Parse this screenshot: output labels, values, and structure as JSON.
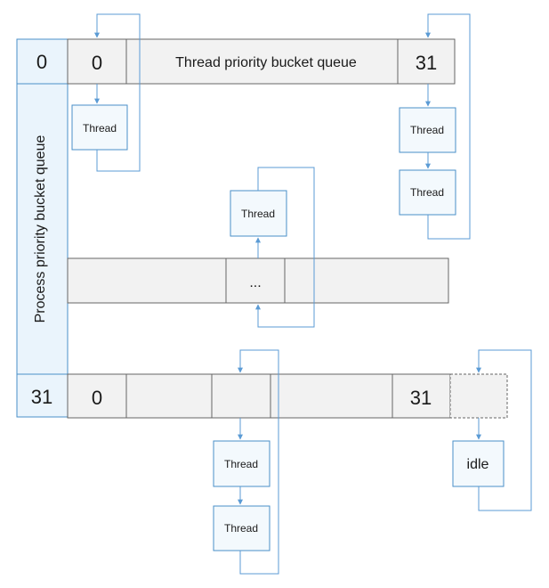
{
  "process_queue": {
    "label": "Process priority bucket queue",
    "first_index": "0",
    "last_index": "31"
  },
  "thread_queue_top": {
    "label": "Thread priority bucket queue",
    "first_index": "0",
    "last_index": "31"
  },
  "thread_queue_middle": {
    "ellipsis": "..."
  },
  "thread_queue_bottom": {
    "first_index": "0",
    "last_index": "31"
  },
  "threads": {
    "top_left": "Thread",
    "top_right_1": "Thread",
    "top_right_2": "Thread",
    "middle": "Thread",
    "bottom_1": "Thread",
    "bottom_2": "Thread",
    "idle": "idle"
  },
  "colors": {
    "queue_fill": "#f2f2f2",
    "queue_stroke": "#666666",
    "process_fill": "#eaf4fc",
    "process_stroke": "#4a8fc8",
    "thread_fill": "#f3f9fd",
    "thread_stroke": "#4a8fc8",
    "arrow": "#5b9bd5"
  }
}
